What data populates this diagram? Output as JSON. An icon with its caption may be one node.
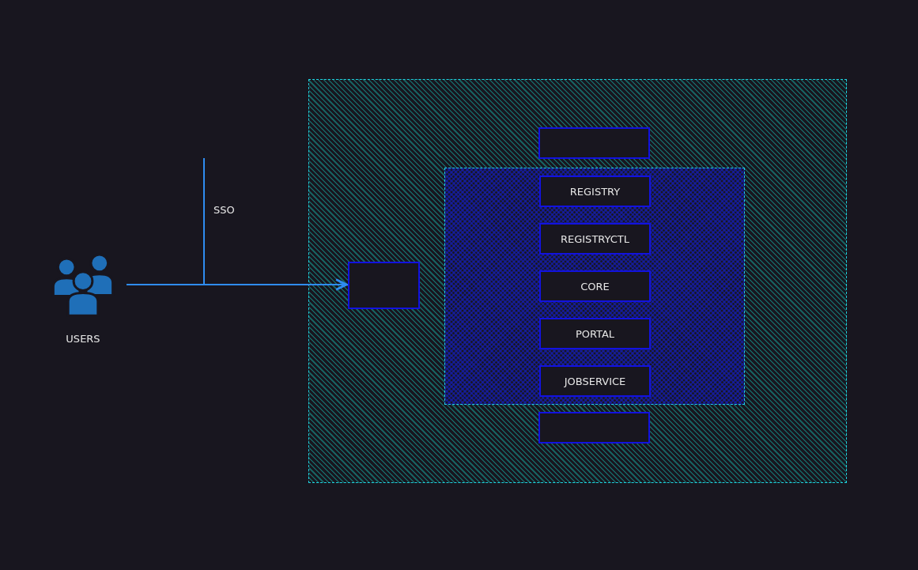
{
  "diagram": {
    "nodes": [
      {
        "text": [
          "USERS"
        ]
      },
      {
        "text": [],
        "shape": "box"
      },
      {
        "text": [],
        "shape": "box",
        "in": 1
      },
      {
        "text": [],
        "shape": "box",
        "in": 1
      },
      {
        "text": [
          "REGISTRY"
        ],
        "in": 3
      },
      {
        "text": [
          "REGISTRYCTL"
        ],
        "in": 3
      },
      {
        "text": [
          "CORE"
        ],
        "in": 3
      },
      {
        "text": [
          "PORTAL"
        ],
        "in": 3
      },
      {
        "text": [
          "JOBSERVICE"
        ],
        "in": 3
      },
      {
        "text": [],
        "shape": "box",
        "in": 1
      },
      {
        "text": [],
        "shape": "box",
        "in": 1
      }
    ],
    "edges": [
      {
        "from": 0,
        "to": 10,
        "arrow": "to"
      },
      {
        "from": null,
        "to": 10,
        "arrow": "to",
        "label": "SSO"
      }
    ]
  }
}
